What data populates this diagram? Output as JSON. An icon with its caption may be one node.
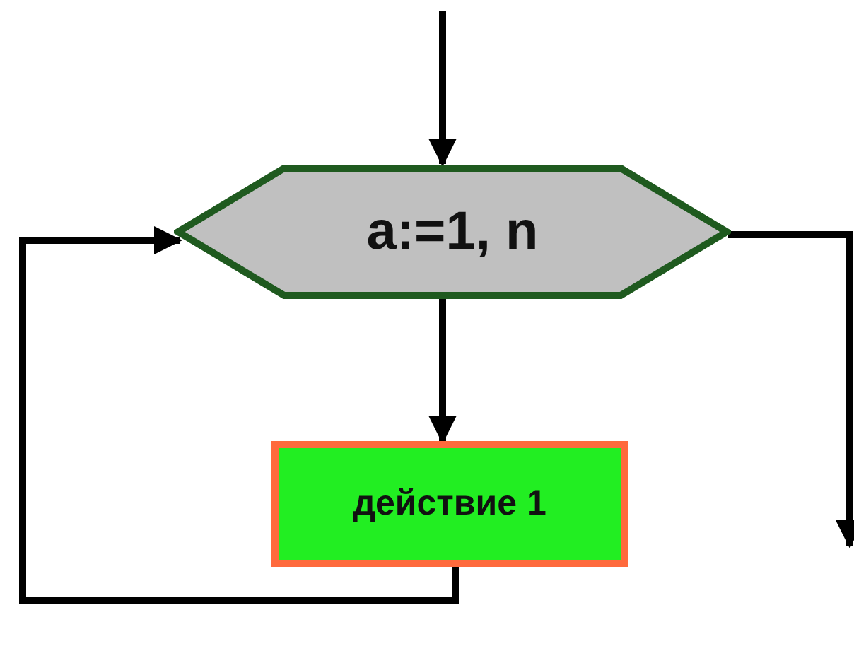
{
  "diagram": {
    "nodes": [
      {
        "text": [
          "a:=1, n"
        ]
      },
      {
        "text": [
          "действие 1"
        ]
      }
    ],
    "edges": [
      {
        "from": null,
        "to": 0,
        "arrow": "to"
      },
      {
        "from": 0,
        "to": 1,
        "arrow": "to"
      },
      {
        "from": 1,
        "to": 0,
        "arrow": "to"
      },
      {
        "from": 0,
        "to": null,
        "arrow": "to"
      }
    ]
  }
}
